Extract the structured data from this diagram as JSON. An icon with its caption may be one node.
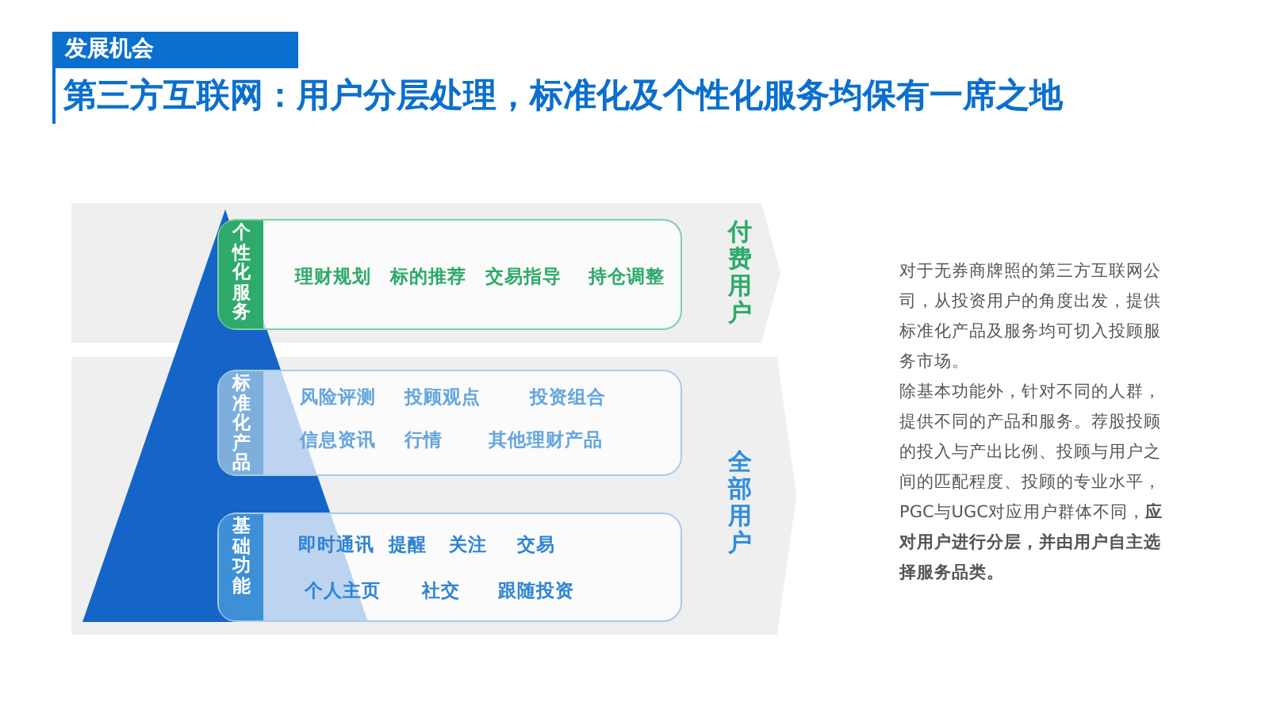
{
  "diagram": {
    "title": "第三方互联网：用户分层处理，标准化及个性化服务均保有一席之地",
    "nodes": [
      {
        "text": [
          "付费用户"
        ]
      },
      {
        "text": [
          "个性化服务",
          "理财规划",
          "标的推荐",
          "交易指导",
          "持仓调整"
        ],
        "in": 0
      },
      {
        "text": [
          "全部用户"
        ]
      },
      {
        "text": [
          "标准化产品",
          "风险评测",
          "投顾观点",
          "投资组合",
          "信息资讯",
          "行情",
          "其他理财产品"
        ],
        "in": 2
      },
      {
        "text": [
          "基础功能",
          "即时通讯",
          "提醒",
          "关注",
          "交易",
          "个人主页",
          "社交",
          "跟随投资"
        ],
        "in": 2
      }
    ],
    "edges": [],
    "labels": [
      "发展机会",
      "对于无券商牌照的第三方互联网公司，从投资用户的角度出发，提供标准化产品及服务均可切入投顾服务市场。",
      "除基本功能外，针对不同的人群，提供不同的产品和服务。荐股投顾的投入与产出比例、投顾与用户之间的匹配程度、投顾的专业水平，PGC与UGC对应用户群体不同，**应对用户进行分层，并由用户自主选择服务品类。**"
    ]
  }
}
